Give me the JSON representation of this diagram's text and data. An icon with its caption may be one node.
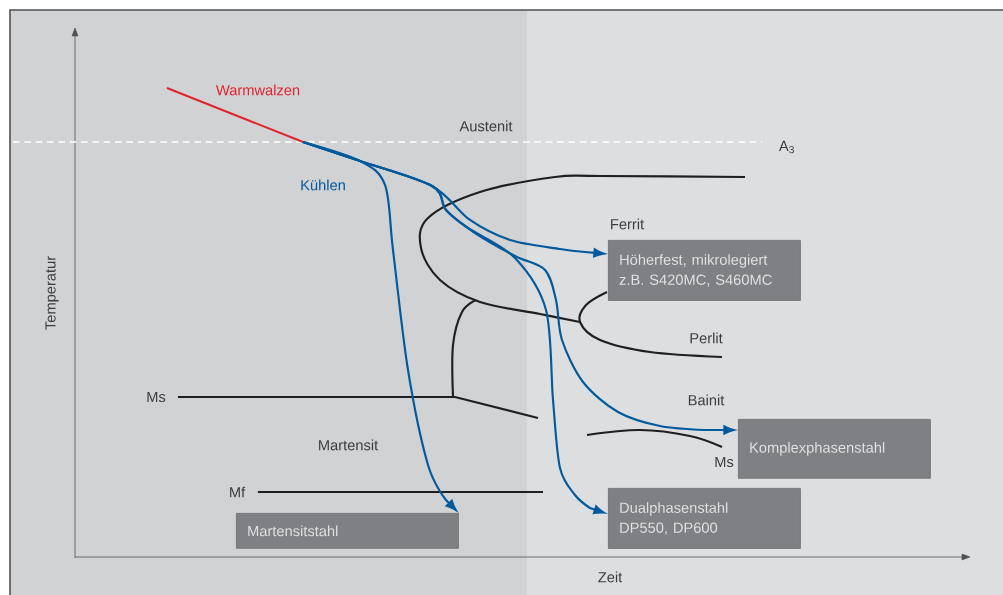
{
  "diagram": {
    "nodes": [
      {
        "text": [
          "Höherfest, mikrolegiert",
          "z.B. S420MC, S460MC"
        ]
      },
      {
        "text": [
          "Komplexphasenstahl"
        ]
      },
      {
        "text": [
          "Dualphasenstahl",
          "DP550, DP600"
        ]
      },
      {
        "text": [
          "Martensitstahl"
        ]
      }
    ],
    "edges": [
      {
        "from": null,
        "to": 0,
        "arrow": "to"
      },
      {
        "from": null,
        "to": 1,
        "arrow": "to"
      },
      {
        "from": null,
        "to": 2,
        "arrow": "to"
      },
      {
        "from": null,
        "to": 3,
        "arrow": "to"
      }
    ],
    "labels": [
      "Warmwalzen",
      "Austenit",
      "A$_{3}$",
      "Kühlen",
      "Ferrit",
      "Perlit",
      "Ms",
      "Bainit",
      "Martensit",
      "Mf",
      "Ms",
      "Temperatur",
      "Zeit"
    ]
  }
}
